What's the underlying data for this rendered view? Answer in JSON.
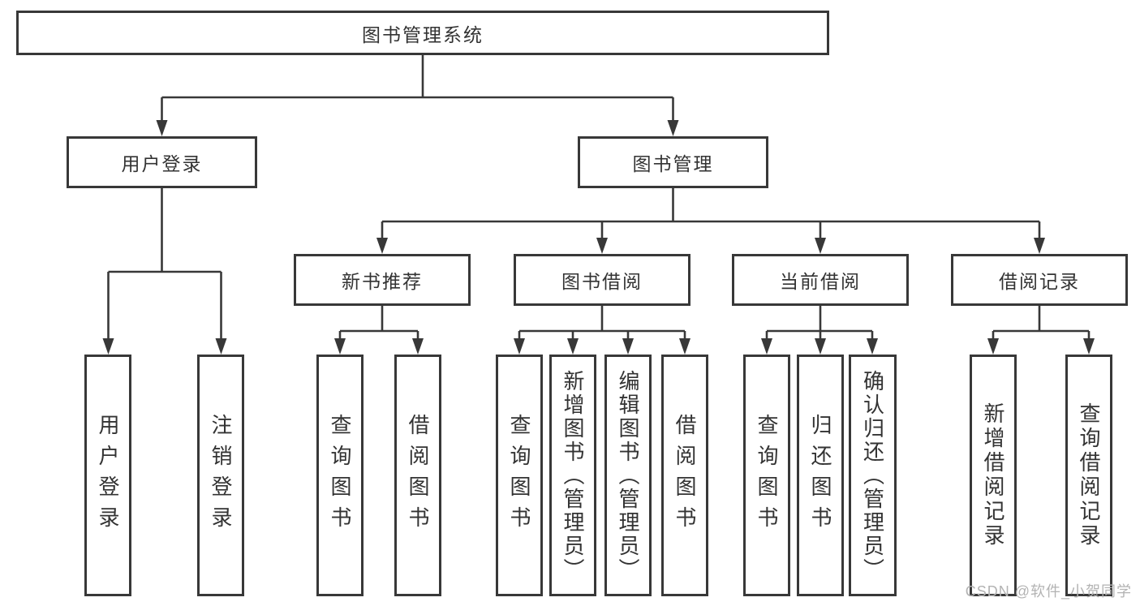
{
  "diagram": {
    "root": {
      "label": "图书管理系统"
    },
    "branches": [
      {
        "label": "用户登录",
        "children": [
          {
            "label": "用户登录"
          },
          {
            "label": "注销登录"
          }
        ]
      },
      {
        "label": "图书管理",
        "children": [
          {
            "label": "新书推荐",
            "children": [
              {
                "label": "查询图书"
              },
              {
                "label": "借阅图书"
              }
            ]
          },
          {
            "label": "图书借阅",
            "children": [
              {
                "label": "查询图书"
              },
              {
                "label": "新增图书（管理员）"
              },
              {
                "label": "编辑图书（管理员）"
              },
              {
                "label": "借阅图书"
              }
            ]
          },
          {
            "label": "当前借阅",
            "children": [
              {
                "label": "查询图书"
              },
              {
                "label": "归还图书"
              },
              {
                "label": "确认归还（管理员）"
              }
            ]
          },
          {
            "label": "借阅记录",
            "children": [
              {
                "label": "新增借阅记录"
              },
              {
                "label": "查询借阅记录"
              }
            ]
          }
        ]
      }
    ]
  },
  "watermark": {
    "text": "CSDN @软件_小贺同学"
  },
  "colors": {
    "line": "#383838",
    "box_border": "#383838",
    "text": "#333333",
    "watermark": "#b3b3b3",
    "background": "#ffffff"
  }
}
